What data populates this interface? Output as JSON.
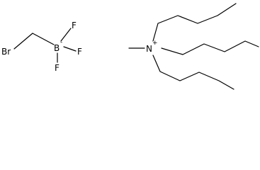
{
  "molecule": {
    "atoms": {
      "br": "Br",
      "b": "B",
      "b_charge": "-",
      "f1": "F",
      "f2": "F",
      "f3": "F",
      "n": "N",
      "n_charge": "+"
    }
  }
}
